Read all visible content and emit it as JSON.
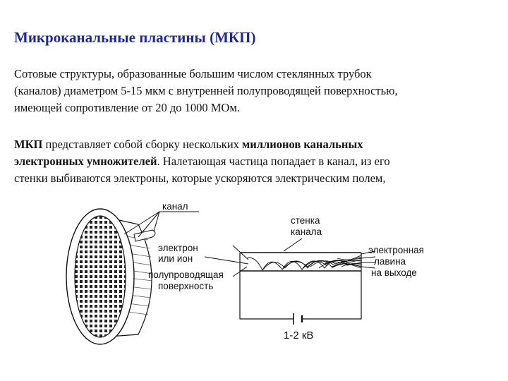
{
  "slide": {
    "title": "Микроканальные пластины (МКП)",
    "paragraph1": {
      "line1": "Сотовые структуры, образованные большим числом стеклянных трубок",
      "line2": "(каналов) диаметром 5-15 мкм с внутренней полупроводящей поверхностью,",
      "line3": "имеющей сопротивление от 20 до 1000 МОм."
    },
    "paragraph2": {
      "line1_a": "МКП",
      "line1_b": " представляет собой сборку нескольких ",
      "line1_c": "миллионов канальных",
      "line2_a": "электронных умножителей",
      "line2_b": ". Налетающая частица попадает в канал, из его",
      "line3": "стенки выбиваются электроны, которые ускоряются электрическим полем,"
    }
  },
  "diagram": {
    "label_channel": "канал",
    "label_wall_1": "стенка",
    "label_wall_2": "канала",
    "label_electron_1": "электрон",
    "label_electron_2": "или ион",
    "label_semi_1": "полупроводящая",
    "label_semi_2": "поверхность",
    "label_avalanche_1": "электронная",
    "label_avalanche_2": "лавина",
    "label_avalanche_3": "на выходе",
    "label_voltage": "1-2 кВ"
  }
}
